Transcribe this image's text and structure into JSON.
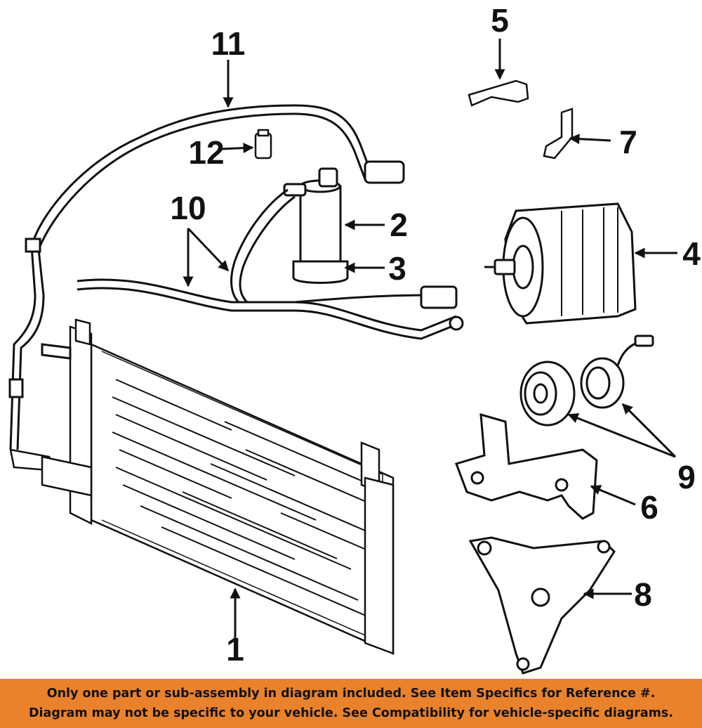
{
  "callouts": [
    {
      "number": "1",
      "part": "condenser"
    },
    {
      "number": "2",
      "part": "receiver-drier"
    },
    {
      "number": "3",
      "part": "drier-bracket"
    },
    {
      "number": "4",
      "part": "compressor"
    },
    {
      "number": "5",
      "part": "upper-bracket"
    },
    {
      "number": "6",
      "part": "compressor-mount"
    },
    {
      "number": "7",
      "part": "hose-bracket"
    },
    {
      "number": "8",
      "part": "lower-mount-bracket"
    },
    {
      "number": "9",
      "part": "clutch-assembly"
    },
    {
      "number": "10",
      "part": "hose-lines"
    },
    {
      "number": "11",
      "part": "suction-line"
    },
    {
      "number": "12",
      "part": "pressure-switch"
    }
  ],
  "disclaimer": {
    "line1": "Only one part or sub-assembly in diagram included. See Item Specifics for Reference #.",
    "line2": "Diagram may not be specific to your vehicle. See Compatibility for vehicle-specific diagrams.",
    "background": "#e9822b"
  }
}
